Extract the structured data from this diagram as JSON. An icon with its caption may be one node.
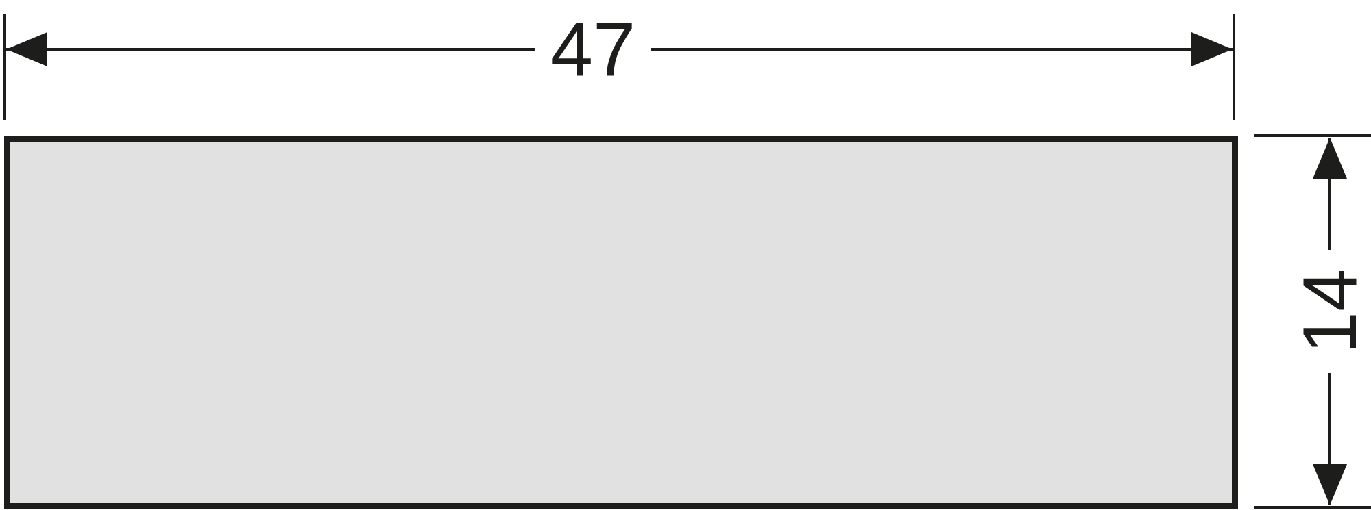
{
  "diagram": {
    "nodes": [
      {
        "text": [],
        "shape": "box"
      }
    ],
    "labels": [
      "47",
      "14"
    ]
  }
}
